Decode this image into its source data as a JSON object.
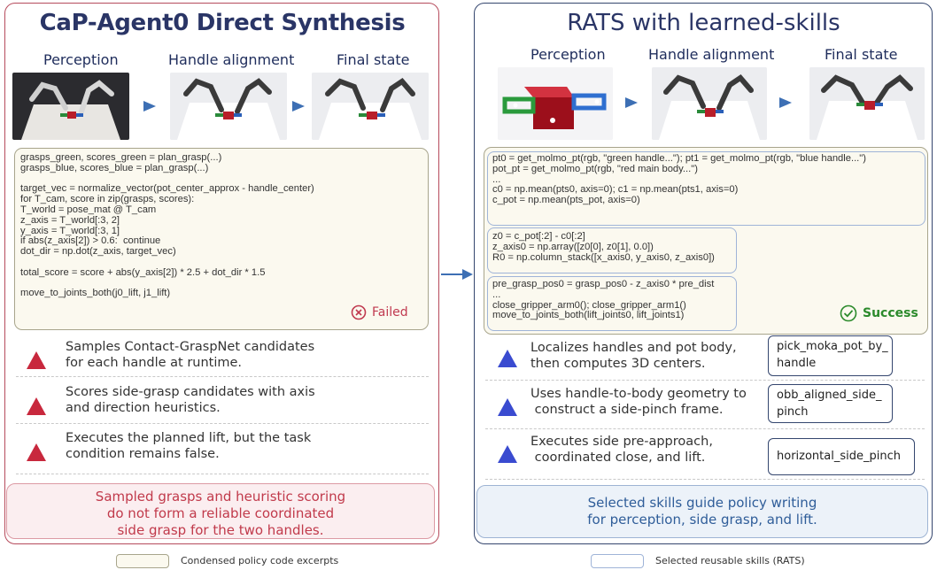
{
  "left": {
    "title": "CaP-Agent0 Direct Synthesis",
    "stages": [
      "Perception",
      "Handle alignment",
      "Final state"
    ],
    "code_lines": [
      "grasps_green, scores_green = plan_grasp(...)",
      "grasps_blue, scores_blue = plan_grasp(...)",
      "",
      "target_vec = normalize_vector(pot_center_approx - handle_center)",
      "for T_cam, score in zip(grasps, scores):",
      "T_world = pose_mat @ T_cam",
      "z_axis = T_world[:3, 2]",
      "y_axis = T_world[:3, 1]",
      "if abs(z_axis[2]) > 0.6:  continue",
      "dot_dir = np.dot(z_axis, target_vec)",
      "",
      "total_score = score + abs(y_axis[2]) * 2.5 + dot_dir * 1.5",
      "",
      "move_to_joints_both(j0_lift, j1_lift)"
    ],
    "status": "Failed",
    "bullets": [
      "Samples Contact-GraspNet candidates\nfor each handle at runtime.",
      "Scores side-grasp candidates with axis\nand direction heuristics.",
      "Executes the planned lift, but the task\ncondition remains false."
    ],
    "footer": "Sampled grasps and heuristic scoring\ndo not form a reliable coordinated\nside grasp for the two handles."
  },
  "right": {
    "title": "RATS with learned-skills",
    "stages": [
      "Perception",
      "Handle alignment",
      "Final state"
    ],
    "code_block1": "pt0 = get_molmo_pt(rgb, \"green handle...\"); pt1 = get_molmo_pt(rgb, \"blue handle...\")\npot_pt = get_molmo_pt(rgb, \"red main body...\")\n...\nc0 = np.mean(pts0, axis=0); c1 = np.mean(pts1, axis=0)\nc_pot = np.mean(pts_pot, axis=0)",
    "code_block2": "z0 = c_pot[:2] - c0[:2]\nz_axis0 = np.array([z0[0], z0[1], 0.0])\nR0 = np.column_stack([x_axis0, y_axis0, z_axis0])",
    "code_block3": "pre_grasp_pos0 = grasp_pos0 - z_axis0 * pre_dist\n...\nclose_gripper_arm0(); close_gripper_arm1()\nmove_to_joints_both(lift_joints0, lift_joints1)",
    "status": "Success",
    "bullets": [
      "Localizes handles and pot body,\nthen computes 3D centers.",
      "Uses handle-to-body geometry to\n construct a side-pinch frame.",
      "Executes side pre-approach,\n coordinated close, and lift."
    ],
    "skills": [
      "pick_moka_pot_by_\nhandle",
      "obb_aligned_side_\npinch",
      "horizontal_side_pinch"
    ],
    "footer": "Selected skills guide policy writing\nfor perception, side grasp, and lift."
  },
  "legend": {
    "left_label": "Condensed policy code excerpts",
    "right_label": "Selected reusable skills (RATS)"
  },
  "colors": {
    "left_border": "#b64b5c",
    "right_border": "#34466e",
    "fail_red": "#c0394f",
    "success_green": "#2b8a2b",
    "left_triangle": "#c8283d",
    "right_triangle": "#3a4bd0",
    "arrow_blue": "#3d6fb4"
  }
}
